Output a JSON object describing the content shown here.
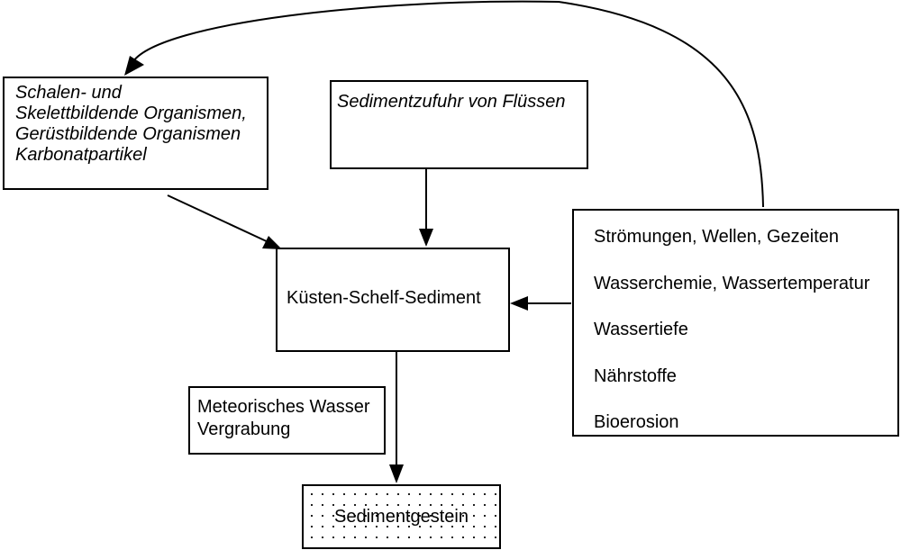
{
  "nodes": {
    "organisms": {
      "lines": [
        "Schalen- und",
        "Skelettbildende Organismen,",
        "Gerüstbildende Organismen",
        "Karbonatpartikel"
      ]
    },
    "rivers": {
      "label": "Sedimentzufuhr von Flüssen"
    },
    "sediment": {
      "label": "Küsten-Schelf-Sediment"
    },
    "factors": {
      "lines": [
        "Strömungen, Wellen, Gezeiten",
        "Wasserchemie, Wassertemperatur",
        "Wassertiefe",
        "Nährstoffe",
        "Bioerosion"
      ]
    },
    "meteoric": {
      "lines": [
        "Meteorisches Wasser",
        "Vergrabung"
      ]
    },
    "rock": {
      "label": "Sedimentgestein"
    }
  },
  "edges": [
    {
      "from": "factors",
      "to": "organisms",
      "style": "curved"
    },
    {
      "from": "organisms",
      "to": "sediment"
    },
    {
      "from": "rivers",
      "to": "sediment"
    },
    {
      "from": "factors",
      "to": "sediment"
    },
    {
      "from": "sediment",
      "to": "rock"
    }
  ],
  "colors": {
    "stroke": "#000000",
    "background": "#ffffff"
  }
}
